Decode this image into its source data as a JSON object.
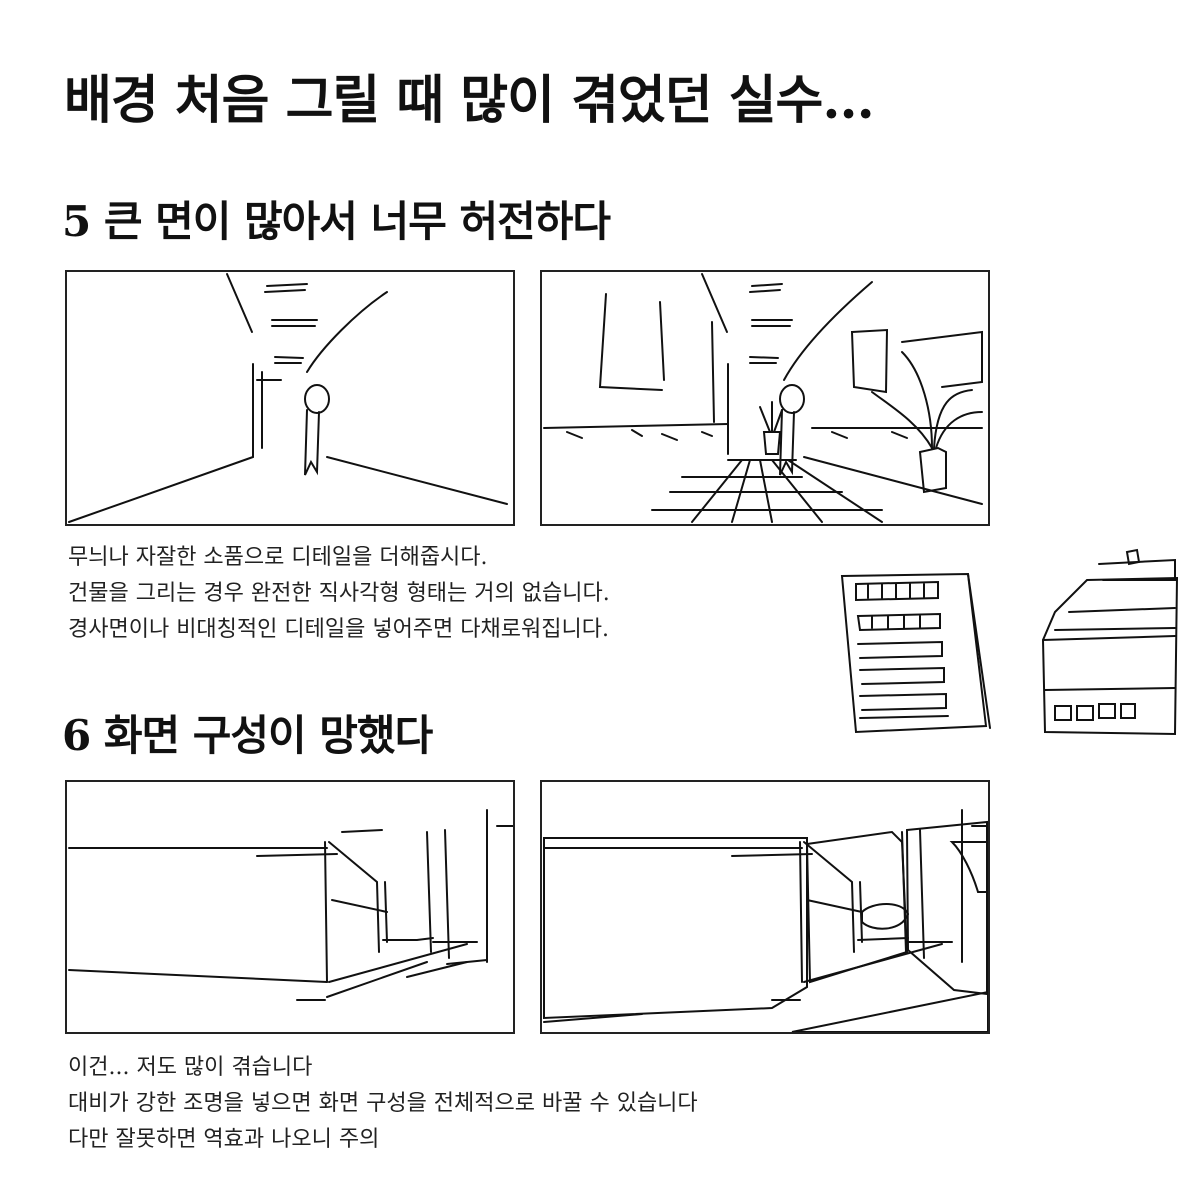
{
  "title": "배경 처음 그릴 때 많이 겪었던 실수...",
  "section5": {
    "heading": "5 큰 면이 많아서 너무 허전하다",
    "lines": [
      "무늬나 자잘한 소품으로 디테일을 더해줍시다.",
      "건물을 그리는 경우 완전한 직사각형 형태는 거의 없습니다.",
      "경사면이나 비대칭적인 디테일을 넣어주면 다채로워집니다."
    ]
  },
  "section6": {
    "heading": "6 화면 구성이 망했다",
    "lines": [
      "이건... 저도 많이 겪습니다",
      "대비가 강한 조명을 넣으면 화면 구성을 전체적으로 바꿀 수 있습니다",
      "다만 잘못하면 역효과 나오니 주의"
    ]
  },
  "colors": {
    "ink": "#111111",
    "shade": "#c8c8c8",
    "shade_dark": "#a8a8a8",
    "paper": "#ffffff"
  }
}
